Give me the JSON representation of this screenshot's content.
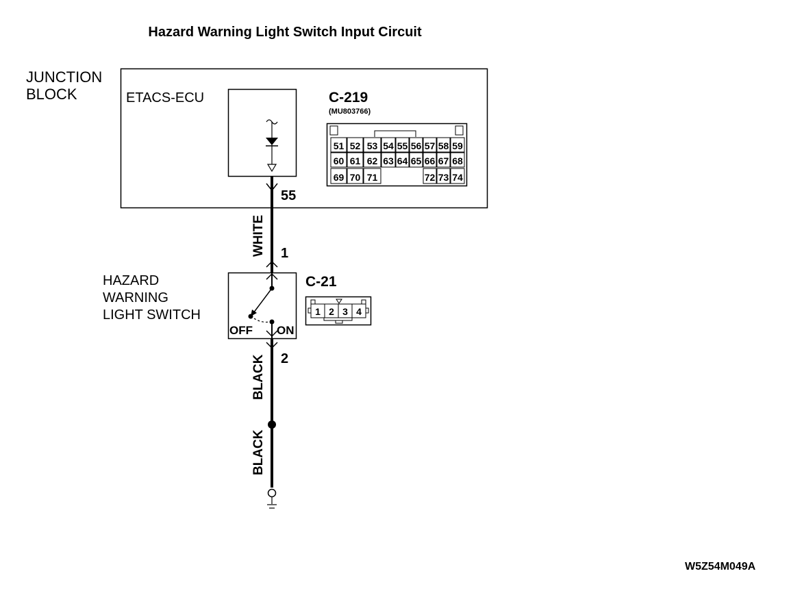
{
  "title": "Hazard Warning Light Switch Input Circuit",
  "junction_block": {
    "line1": "JUNCTION",
    "line2": "BLOCK"
  },
  "ecu": {
    "label": "ETACS-ECU",
    "pin": "55"
  },
  "connector_c219": {
    "name": "C-219",
    "part_number": "(MU803766)",
    "rows": [
      [
        "51",
        "52",
        "53",
        "54",
        "55",
        "56",
        "57",
        "58",
        "59"
      ],
      [
        "60",
        "61",
        "62",
        "63",
        "64",
        "65",
        "66",
        "67",
        "68"
      ],
      [
        "69",
        "70",
        "71",
        "",
        "",
        "",
        "72",
        "73",
        "74"
      ]
    ]
  },
  "wires": {
    "upper": "WHITE",
    "middle": "BLACK",
    "lower": "BLACK"
  },
  "switch": {
    "line1": "HAZARD",
    "line2": "WARNING",
    "line3": "LIGHT SWITCH",
    "pin_top": "1",
    "pin_bottom": "2",
    "off": "OFF",
    "on": "ON"
  },
  "connector_c21": {
    "name": "C-21",
    "pins": [
      "1",
      "2",
      "3",
      "4"
    ]
  },
  "figure_id": "W5Z54M049A"
}
